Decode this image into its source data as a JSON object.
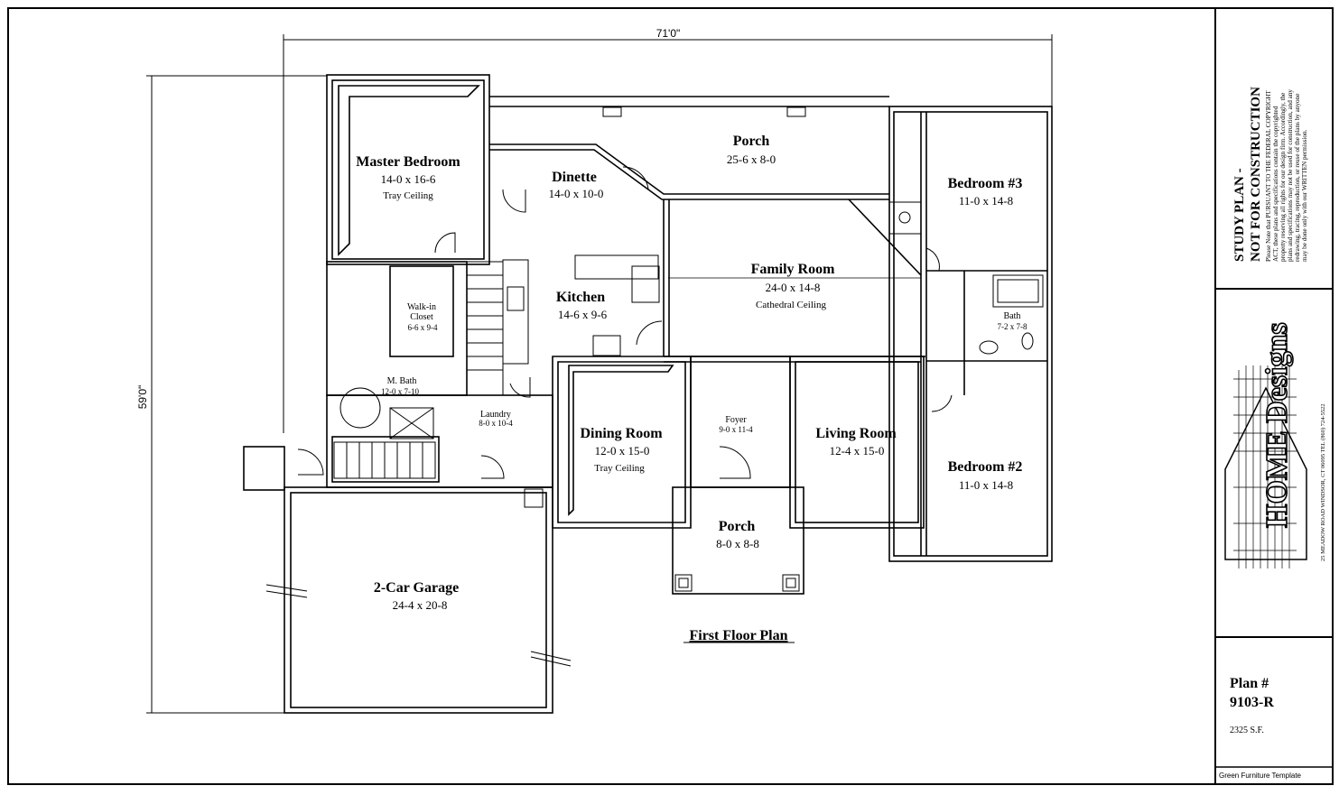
{
  "plan": {
    "overall_width": "71'0\"",
    "overall_depth": "59'0\"",
    "title": "First Floor Plan"
  },
  "rooms": {
    "master_bedroom": {
      "name": "Master Bedroom",
      "dim": "14-0 x 16-6",
      "note": "Tray Ceiling"
    },
    "dinette": {
      "name": "Dinette",
      "dim": "14-0 x 10-0"
    },
    "porch_rear": {
      "name": "Porch",
      "dim": "25-6 x 8-0"
    },
    "bedroom3": {
      "name": "Bedroom #3",
      "dim": "11-0 x 14-8"
    },
    "family_room": {
      "name": "Family Room",
      "dim": "24-0 x 14-8",
      "note": "Cathedral Ceiling"
    },
    "kitchen": {
      "name": "Kitchen",
      "dim": "14-6 x 9-6"
    },
    "walkin_closet": {
      "name_line1": "Walk-in",
      "name_line2": "Closet",
      "dim": "6-6 x 9-4"
    },
    "m_bath": {
      "name": "M. Bath",
      "dim": "12-0 x 7-10"
    },
    "laundry": {
      "name": "Laundry",
      "dim": "8-0 x 10-4"
    },
    "bath": {
      "name": "Bath",
      "dim": "7-2 x 7-8"
    },
    "dining_room": {
      "name": "Dining Room",
      "dim": "12-0 x 15-0",
      "note": "Tray Ceiling"
    },
    "foyer": {
      "name": "Foyer",
      "dim": "9-0 x 11-4"
    },
    "living_room": {
      "name": "Living Room",
      "dim": "12-4 x 15-0"
    },
    "bedroom2": {
      "name": "Bedroom #2",
      "dim": "11-0 x 14-8"
    },
    "porch_front": {
      "name": "Porch",
      "dim": "8-0 x 8-8"
    },
    "garage": {
      "name": "2-Car Garage",
      "dim": "24-4 x 20-8"
    }
  },
  "title_block": {
    "study_line1": "STUDY PLAN -",
    "study_line2": "NOT FOR CONSTRUCTION",
    "notice_lines": [
      "Please Note that PURSUANT TO THE FEDERAL COPYRIGHT",
      "ACT, these plans and specifications contain the copyrighted",
      "property reserving all rights for our design firm. Accordingly, the",
      "plans and specifications may not be used for construction, and any",
      "redrawing, tracing, reproduction, or reuse of the plans by anyone",
      "may be done only with our WRITTEN permission."
    ],
    "logo_text": "HOME Designs",
    "address": "25 MEADOW ROAD   WINDSOR, CT 06095   TEL (860) 724-5522",
    "plan_label": "Plan #",
    "plan_number": "9103-R",
    "square_feet": "2325 S.F.",
    "footer": "Green Furniture Template"
  }
}
